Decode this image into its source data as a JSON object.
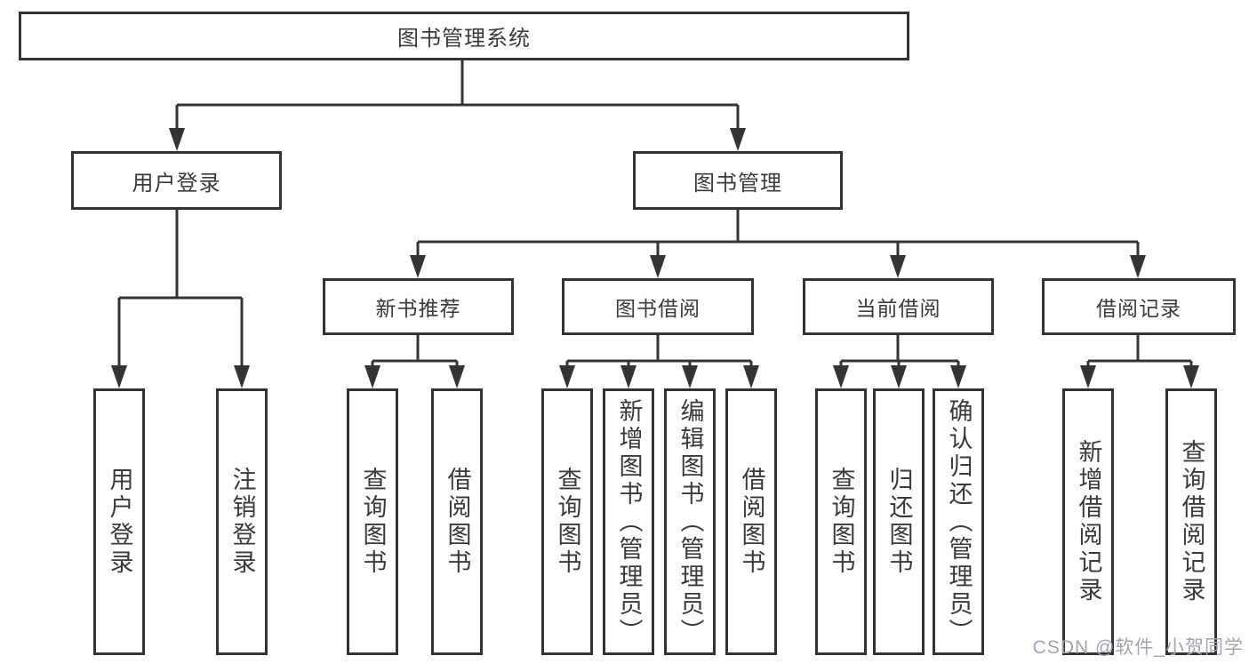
{
  "tree": {
    "label": "图书管理系统",
    "children": [
      {
        "label": "用户登录",
        "children": [
          {
            "label": "用户登录"
          },
          {
            "label": "注销登录"
          }
        ]
      },
      {
        "label": "图书管理",
        "children": [
          {
            "label": "新书推荐",
            "children": [
              {
                "label": "查询图书"
              },
              {
                "label": "借阅图书"
              }
            ]
          },
          {
            "label": "图书借阅",
            "children": [
              {
                "label": "查询图书"
              },
              {
                "label": "新增图书（管理员）"
              },
              {
                "label": "编辑图书（管理员）"
              },
              {
                "label": "借阅图书"
              }
            ]
          },
          {
            "label": "当前借阅",
            "children": [
              {
                "label": "查询图书"
              },
              {
                "label": "归还图书"
              },
              {
                "label": "确认归还（管理员）"
              }
            ]
          },
          {
            "label": "借阅记录",
            "children": [
              {
                "label": "新增借阅记录"
              },
              {
                "label": "查询借阅记录"
              }
            ]
          }
        ]
      }
    ]
  },
  "watermark": {
    "text": "CSDN @软件_小贺同学"
  },
  "colors": {
    "line": "#333333",
    "box_border": "#333333",
    "text": "#3a3a3a",
    "watermark": "#a2a4b5",
    "background": "#ffffff"
  }
}
